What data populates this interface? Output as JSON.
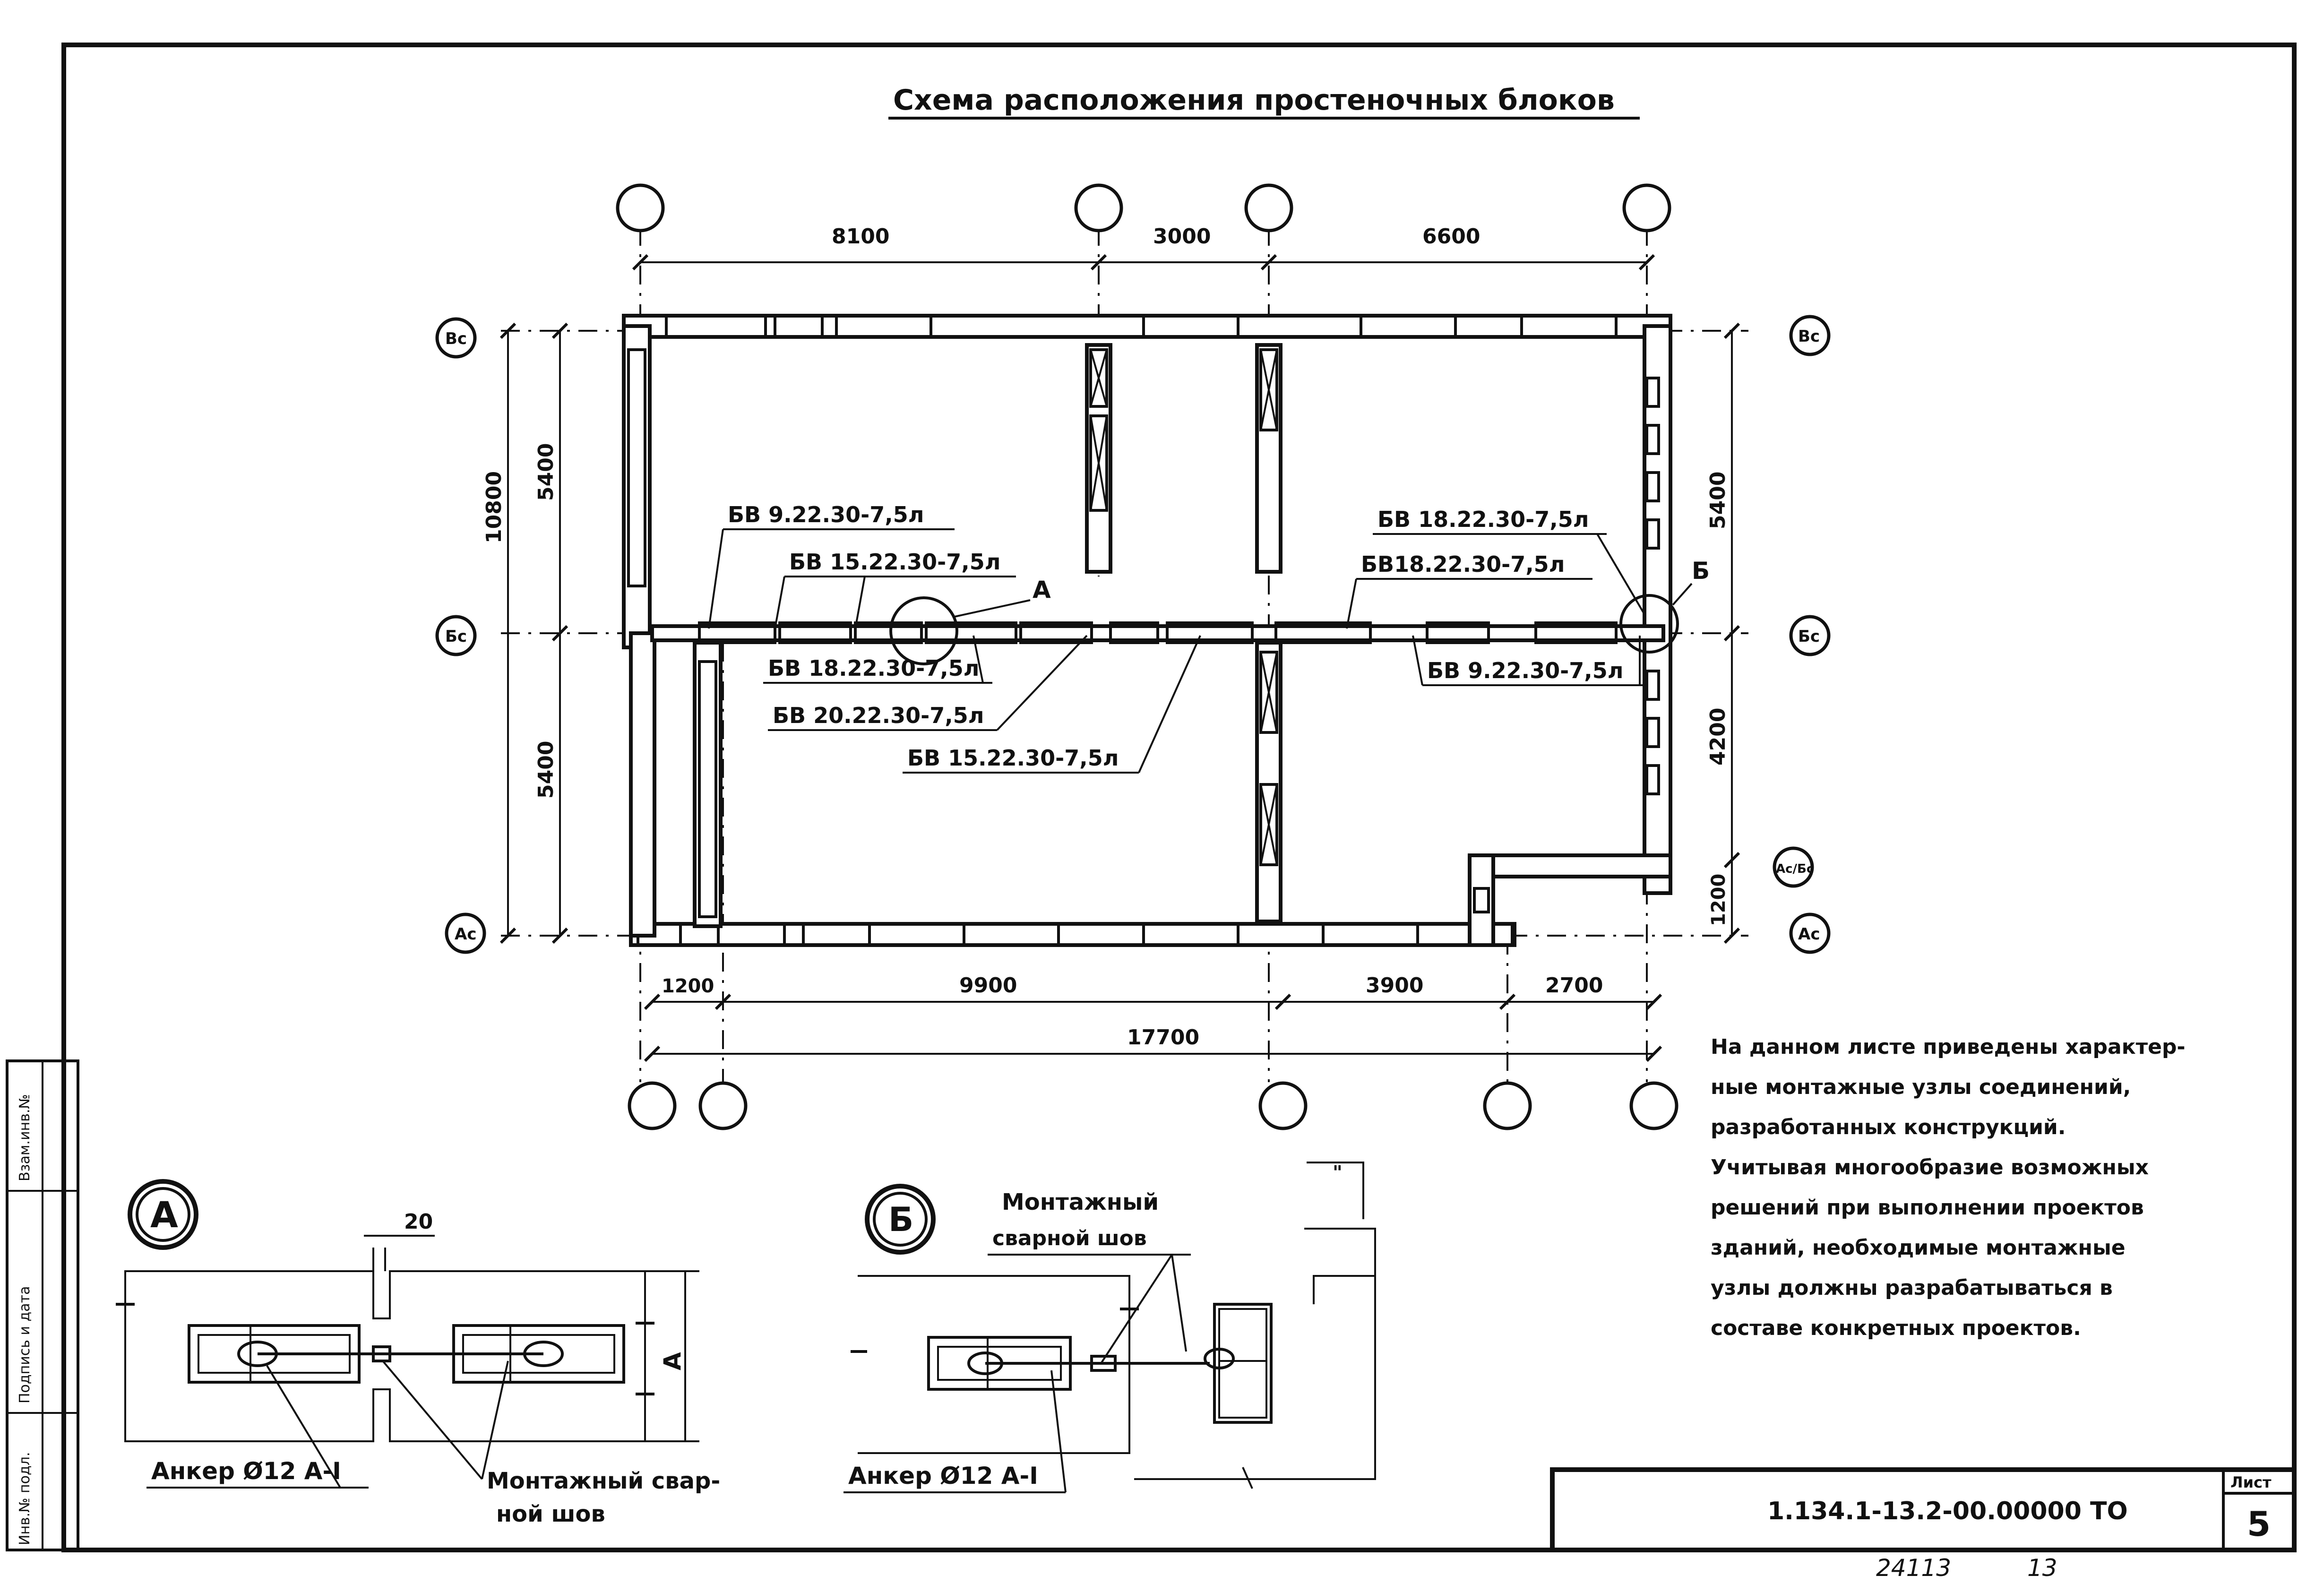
{
  "title": "Схема расположения простеночных блоков",
  "axes": {
    "top": [
      "",
      "",
      "",
      ""
    ],
    "bottom": [
      "",
      "",
      "",
      "",
      "",
      ""
    ],
    "left": [
      "Вс",
      "Бс",
      "Ас"
    ],
    "right": [
      "Вс",
      "Бс",
      "Ас/Бс",
      "Ас"
    ]
  },
  "dimensions": {
    "top": [
      "8100",
      "3000",
      "6600"
    ],
    "left_outer": "10800",
    "left_inner": [
      "5400",
      "5400"
    ],
    "right": [
      "5400",
      "4200",
      "1200"
    ],
    "bottom": [
      "1200",
      "9900",
      "3900",
      "2700"
    ],
    "bottom_total": "17700"
  },
  "block_labels": [
    "БВ 9.22.30-7,5л",
    "БВ 15.22.30-7,5л",
    "БВ 18.22.30-7,5л",
    "БВ 20.22.30-7,5л",
    "БВ 15.22.30-7,5л",
    "БВ 18.22.30-7,5л",
    "БВ18.22.30-7,5л",
    "БВ 9.22.30-7,5л"
  ],
  "callouts": {
    "a": "А",
    "b": "Б"
  },
  "details": {
    "a": {
      "mark": "А",
      "gap": "20",
      "dim": "А",
      "anchor": "Анкер Ø12 А-I",
      "weld": [
        "Монтажный свар-",
        "ной шов"
      ]
    },
    "b": {
      "mark": "Б",
      "weld": [
        "Монтажный",
        "сварной шов"
      ],
      "anchor": "Анкер Ø12 А-I",
      "quote": "\""
    }
  },
  "note": [
    "На данном листе приведены характер-",
    "ные монтажные узлы соединений,",
    "разработанных конструкций.",
    "Учитывая многообразие возможных",
    "решений при выполнении проектов",
    "зданий, необходимые монтажные",
    "узлы должны разрабатываться в",
    "составе конкретных проектов."
  ],
  "stamp": {
    "code": "1.134.1-13.2-00.00000 ТО",
    "sheet_label": "Лист",
    "sheet_number": "5"
  },
  "side_stamp": [
    "Инв.№ подл.",
    "Подпись и дата",
    "Взам.инв.№"
  ],
  "footer": [
    "24113",
    "13"
  ]
}
